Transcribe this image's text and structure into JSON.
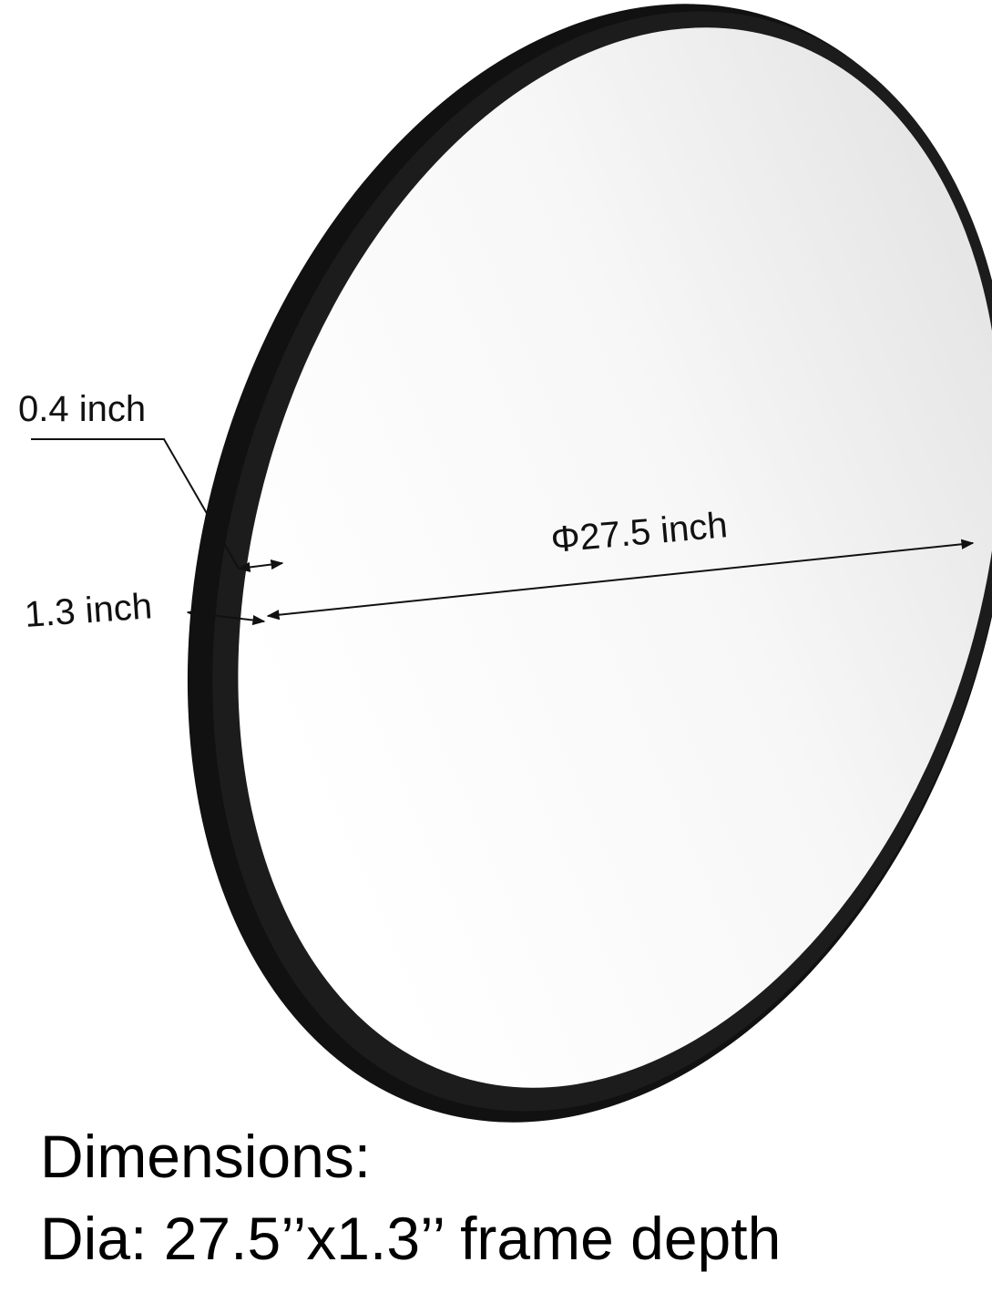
{
  "labels": {
    "frame_width": "0.4 inch",
    "frame_depth": "1.3 inch",
    "diameter": "Φ27.5 inch"
  },
  "caption": {
    "line1": "Dimensions:",
    "line2": "Dia: 27.5’’x1.3’’ frame depth"
  },
  "colors": {
    "frame": "#111111",
    "glass_light": "#ffffff",
    "glass_shade": "#e6e6e6",
    "text": "#000000"
  }
}
